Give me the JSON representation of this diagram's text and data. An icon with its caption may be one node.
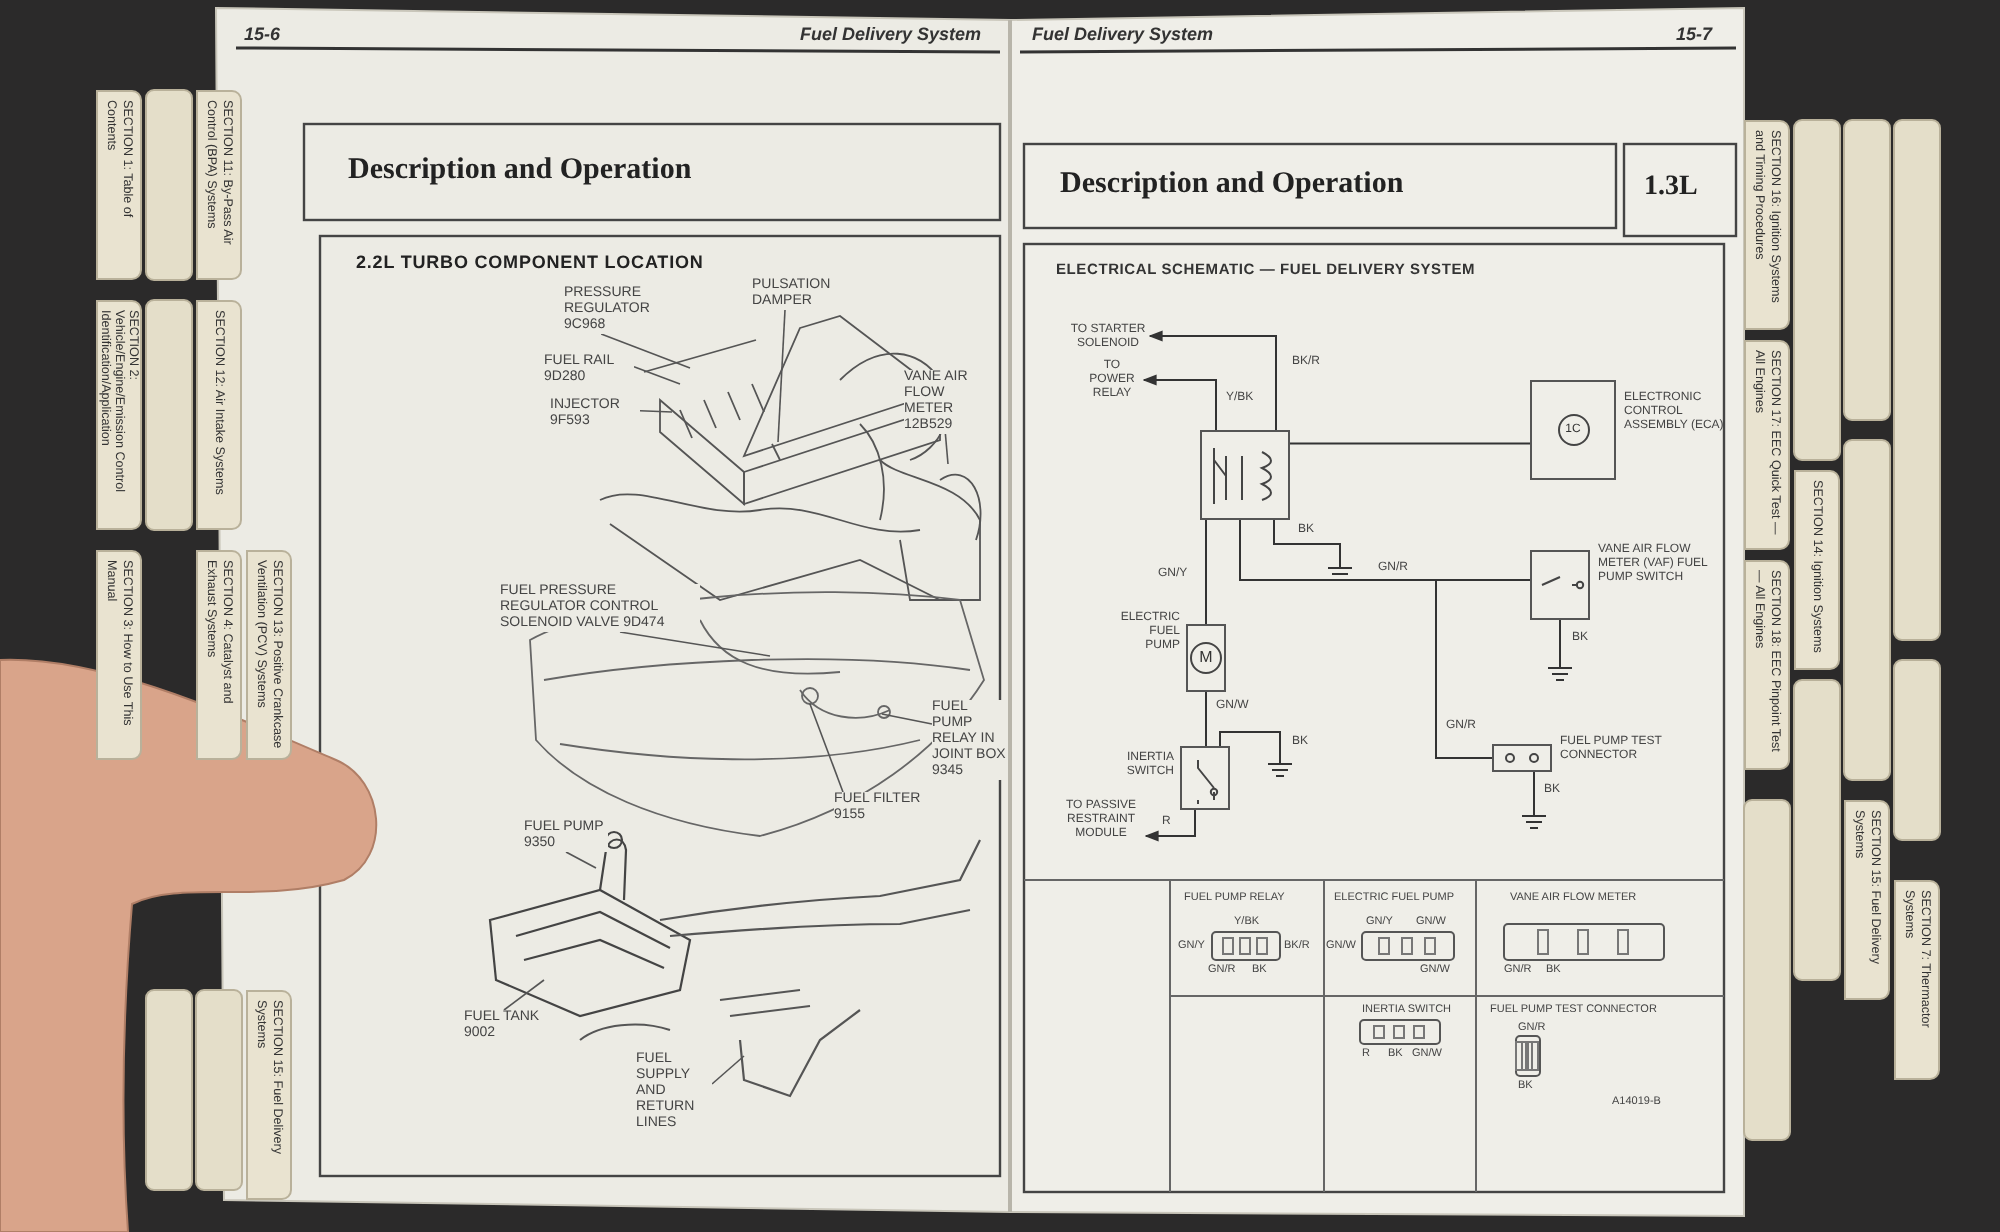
{
  "diagram": {
    "nodes": [
      {
        "text": [
          "PRESSURE REGULATOR 9C968"
        ]
      },
      {
        "text": [
          "PULSATION DAMPER"
        ]
      },
      {
        "text": [
          "FUEL RAIL 9D280"
        ]
      },
      {
        "text": [
          "INJECTOR 9F593"
        ]
      },
      {
        "text": [
          "VANE AIR FLOW METER 12B529"
        ]
      },
      {
        "text": [
          "FUEL PRESSURE REGULATOR CONTROL SOLENOID VALVE 9D474"
        ]
      },
      {
        "text": [
          "FUEL PUMP RELAY IN JOINT BOX 9345"
        ]
      },
      {
        "text": [
          "FUEL FILTER 9155"
        ]
      },
      {
        "text": [
          "FUEL PUMP 9350"
        ]
      },
      {
        "text": [
          "FUEL TANK 9002"
        ]
      },
      {
        "text": [
          "FUEL SUPPLY AND RETURN LINES"
        ]
      },
      {
        "text": [
          "TO STARTER SOLENOID"
        ]
      },
      {
        "text": [
          "TO POWER RELAY"
        ]
      },
      {
        "text": [],
        "shape": "box"
      },
      {
        "text": [
          "1C"
        ],
        "beside": [
          "ELECTRONIC CONTROL ASSEMBLY (ECA)"
        ]
      },
      {
        "text": [],
        "shape": "box",
        "beside": [
          "VANE AIR FLOW METER (VAF) FUEL PUMP SWITCH"
        ]
      },
      {
        "text": [
          "M"
        ],
        "beside": [
          "ELECTRIC FUEL PUMP"
        ]
      },
      {
        "text": [],
        "shape": "box",
        "beside": [
          "INERTIA SWITCH"
        ]
      },
      {
        "text": [],
        "shape": "box",
        "beside": [
          "FUEL PUMP TEST CONNECTOR"
        ]
      },
      {
        "text": [
          "TO PASSIVE RESTRAINT MODULE"
        ]
      }
    ],
    "edges": [
      {
        "from": 0,
        "to": null,
        "arrow": "none"
      },
      {
        "from": 1,
        "to": null,
        "arrow": "none"
      },
      {
        "from": 2,
        "to": null,
        "arrow": "none"
      },
      {
        "from": 3,
        "to": null,
        "arrow": "none"
      },
      {
        "from": 4,
        "to": null,
        "arrow": "none"
      },
      {
        "from": 5,
        "to": null,
        "arrow": "none"
      },
      {
        "from": 6,
        "to": null,
        "arrow": "none"
      },
      {
        "from": 7,
        "to": null,
        "arrow": "none"
      },
      {
        "from": 8,
        "to": null,
        "arrow": "none"
      },
      {
        "from": 9,
        "to": null,
        "arrow": "none"
      },
      {
        "from": 10,
        "to": null,
        "arrow": "none"
      },
      {
        "from": 13,
        "to": 11,
        "arrow": "to",
        "label": "BK/R"
      },
      {
        "from": 13,
        "to": 12,
        "arrow": "to",
        "label": "Y/BK"
      },
      {
        "from": 13,
        "to": 14,
        "arrow": "none"
      },
      {
        "from": 13,
        "to": null,
        "arrow": "none",
        "label": "BK"
      },
      {
        "from": 13,
        "to": 16,
        "arrow": "none",
        "label": "GN/Y"
      },
      {
        "from": 13,
        "to": 15,
        "arrow": "none",
        "label": "GN/R"
      },
      {
        "from": 13,
        "to": 18,
        "arrow": "none",
        "label": "GN/R"
      },
      {
        "from": 15,
        "to": null,
        "arrow": "none",
        "label": "BK"
      },
      {
        "from": 16,
        "to": 17,
        "arrow": "none",
        "label": "GN/W"
      },
      {
        "from": 17,
        "to": null,
        "arrow": "none",
        "label": "BK"
      },
      {
        "from": 17,
        "to": 19,
        "arrow": "to",
        "label": "R"
      },
      {
        "from": 18,
        "to": null,
        "arrow": "none",
        "label": "BK"
      }
    ],
    "labels": [
      "15-6",
      "Fuel Delivery System",
      "Fuel Delivery System",
      "15-7",
      "Description and Operation",
      "Description and Operation",
      "1.3L",
      "2.2L TURBO COMPONENT LOCATION",
      "ELECTRICAL SCHEMATIC — FUEL DELIVERY SYSTEM",
      "FUEL PUMP RELAY",
      "Y/BK",
      "GN/Y",
      "BK/R",
      "GN/R",
      "BK",
      "ELECTRIC FUEL PUMP",
      "GN/Y",
      "GN/W",
      "GN/W",
      "GN/W",
      "VANE AIR FLOW METER",
      "GN/R",
      "BK",
      "INERTIA SWITCH",
      "R",
      "BK",
      "GN/W",
      "FUEL PUMP TEST CONNECTOR",
      "GN/R",
      "BK",
      "A14019-B",
      "SECTION 1: Table of Contents",
      "SECTION 2: Vehicle/Engine/Emission Control Identification/Application",
      "SECTION 3: How to Use This Manual",
      "SECTION 11: By-Pass Air Control (BPA) Systems",
      "SECTION 12: Air Intake Systems",
      "SECTION 4: Catalyst and Exhaust Systems",
      "SECTION 13: Positive Crankcase Ventilation (PCV) Systems",
      "SECTION 15: Fuel Delivery Systems",
      "SECTION 16: Ignition Systems and Timing Procedures",
      "SECTION 17: EEC Quick Test — All Engines",
      "SECTION 18: EEC Pinpoint Test — All Engines",
      "SECTION 14: Ignition Systems",
      "SECTION 15: Fuel Delivery Systems",
      "SECTION 7: Thermactor Systems"
    ]
  }
}
